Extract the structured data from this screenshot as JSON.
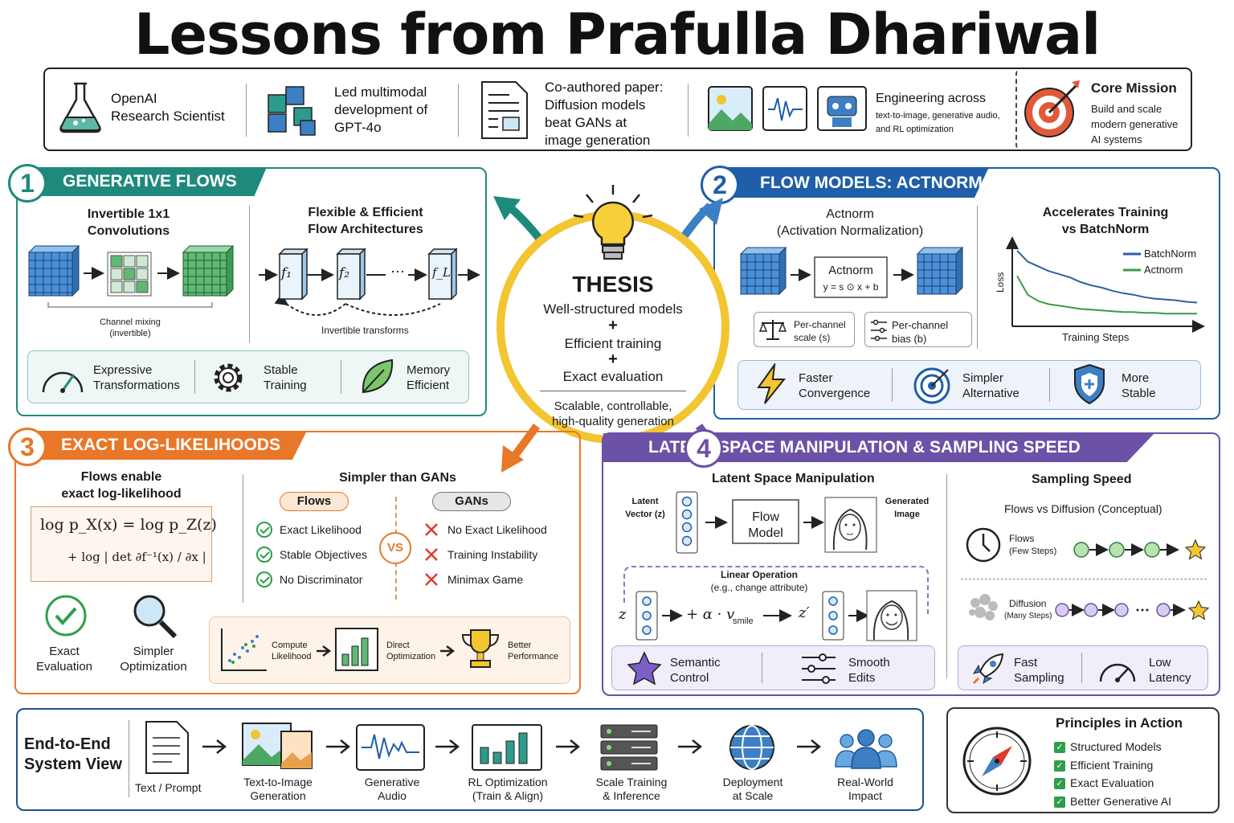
{
  "title": "Lessons from Prafulla Dhariwal",
  "top": {
    "role": "OpenAI\nResearch Scientist",
    "gpt": "Led multimodal\ndevelopment of\nGPT-4o",
    "paper": "Co-authored paper:\nDiffusion models\nbeat GANs at\nimage generation",
    "eng_title": "Engineering across",
    "eng_sub": "text-to-image, generative audio,\nand RL optimization",
    "mission_title": "Core Mission",
    "mission_sub": "Build and scale\nmodern generative\nAI systems"
  },
  "p1": {
    "num": "1",
    "title": "GENERATIVE FLOWS",
    "left_title": "Invertible 1x1\nConvolutions",
    "left_caption": "Channel mixing\n(invertible)",
    "right_title": "Flexible & Efficient\nFlow Architectures",
    "f1": "f₁",
    "f2": "f₂",
    "fl": "f_L",
    "dots": "⋯",
    "right_caption": "Invertible transforms",
    "feat1": "Expressive\nTransformations",
    "feat2": "Stable\nTraining",
    "feat3": "Memory\nEfficient"
  },
  "p2": {
    "num": "2",
    "title": "FLOW MODELS: ACTNORM",
    "left_title": "Actnorm\n(Activation Normalization)",
    "box_title": "Actnorm",
    "box_formula": "y = s ⊙ x + b",
    "scale": "Per-channel\nscale (s)",
    "bias": "Per-channel\nbias (b)",
    "right_title": "Accelerates Training\nvs BatchNorm",
    "ylabel": "Loss",
    "xlabel": "Training Steps",
    "legend1": "BatchNorm",
    "legend2": "Actnorm",
    "feat1": "Faster\nConvergence",
    "feat2": "Simpler\nAlternative",
    "feat3": "More\nStable"
  },
  "thesis": {
    "title": "THESIS",
    "l1": "Well-structured models",
    "plus": "+",
    "l2": "Efficient training",
    "l3": "Exact evaluation",
    "foot": "Scalable, controllable,\nhigh-quality generation"
  },
  "p3": {
    "num": "3",
    "title": "EXACT LOG-LIKELIHOODS",
    "left_title": "Flows enable\nexact log-likelihood",
    "eq1": "log p_X(x) = log p_Z(z)",
    "eq2": "+ log | det ∂f⁻¹(x) / ∂x |",
    "right_title": "Simpler than GANs",
    "flows": "Flows",
    "gans": "GANs",
    "vs": "VS",
    "pro1": "Exact Likelihood",
    "pro2": "Stable Objectives",
    "pro3": "No Discriminator",
    "con1": "No Exact Likelihood",
    "con2": "Training Instability",
    "con3": "Minimax Game",
    "feat1": "Exact\nEvaluation",
    "feat2": "Simpler\nOptimization",
    "pipe1": "Compute\nLikelihood",
    "pipe2": "Direct\nOptimization",
    "pipe3": "Better\nPerformance"
  },
  "p4": {
    "num": "4",
    "title": "LATENT SPACE MANIPULATION & SAMPLING SPEED",
    "left_title": "Latent Space Manipulation",
    "latent": "Latent\nVector (z)",
    "model": "Flow\nModel",
    "generated": "Generated\nImage",
    "linear_title": "Linear Operation",
    "linear_sub": "(e.g., change attribute)",
    "z": "z",
    "zprime": "z′",
    "alpha": "+ α · v",
    "smile": "smile",
    "right_title": "Sampling Speed",
    "right_sub": "Flows vs Diffusion (Conceptual)",
    "flows_lbl": "Flows",
    "flows_sub": "(Few Steps)",
    "diff_lbl": "Diffusion",
    "diff_sub": "(Many Steps)",
    "feat1": "Semantic\nControl",
    "feat2": "Smooth\nEdits",
    "feat3": "Fast\nSampling",
    "feat4": "Low\nLatency"
  },
  "bottom": {
    "title": "End-to-End\nSystem View",
    "s1": "Text / Prompt",
    "s2": "Text-to-Image\nGeneration",
    "s3": "Generative\nAudio",
    "s4": "RL Optimization\n(Train & Align)",
    "s5": "Scale Training\n& Inference",
    "s6": "Deployment\nat Scale",
    "s7": "Real-World\nImpact"
  },
  "principles": {
    "title": "Principles in Action",
    "items": [
      "Structured Models",
      "Efficient Training",
      "Exact Evaluation",
      "Better Generative AI"
    ]
  },
  "chart_data": {
    "type": "line",
    "series": [
      {
        "name": "BatchNorm",
        "values": [
          0.92,
          0.78,
          0.72,
          0.66,
          0.62,
          0.58,
          0.52,
          0.48,
          0.45,
          0.41,
          0.38,
          0.36,
          0.33,
          0.31,
          0.3,
          0.29,
          0.27,
          0.26
        ]
      },
      {
        "name": "Actnorm",
        "values": [
          0.6,
          0.36,
          0.28,
          0.24,
          0.22,
          0.2,
          0.18,
          0.17,
          0.16,
          0.15,
          0.14,
          0.14,
          0.13,
          0.13,
          0.12,
          0.12,
          0.12,
          0.12
        ]
      }
    ],
    "xlabel": "Training Steps",
    "ylabel": "Loss"
  },
  "colors": {
    "teal": "#1f8a7c",
    "blue": "#1f5ea8",
    "orange": "#e8772a",
    "purple": "#6b51a8",
    "yellow": "#f2c531"
  }
}
